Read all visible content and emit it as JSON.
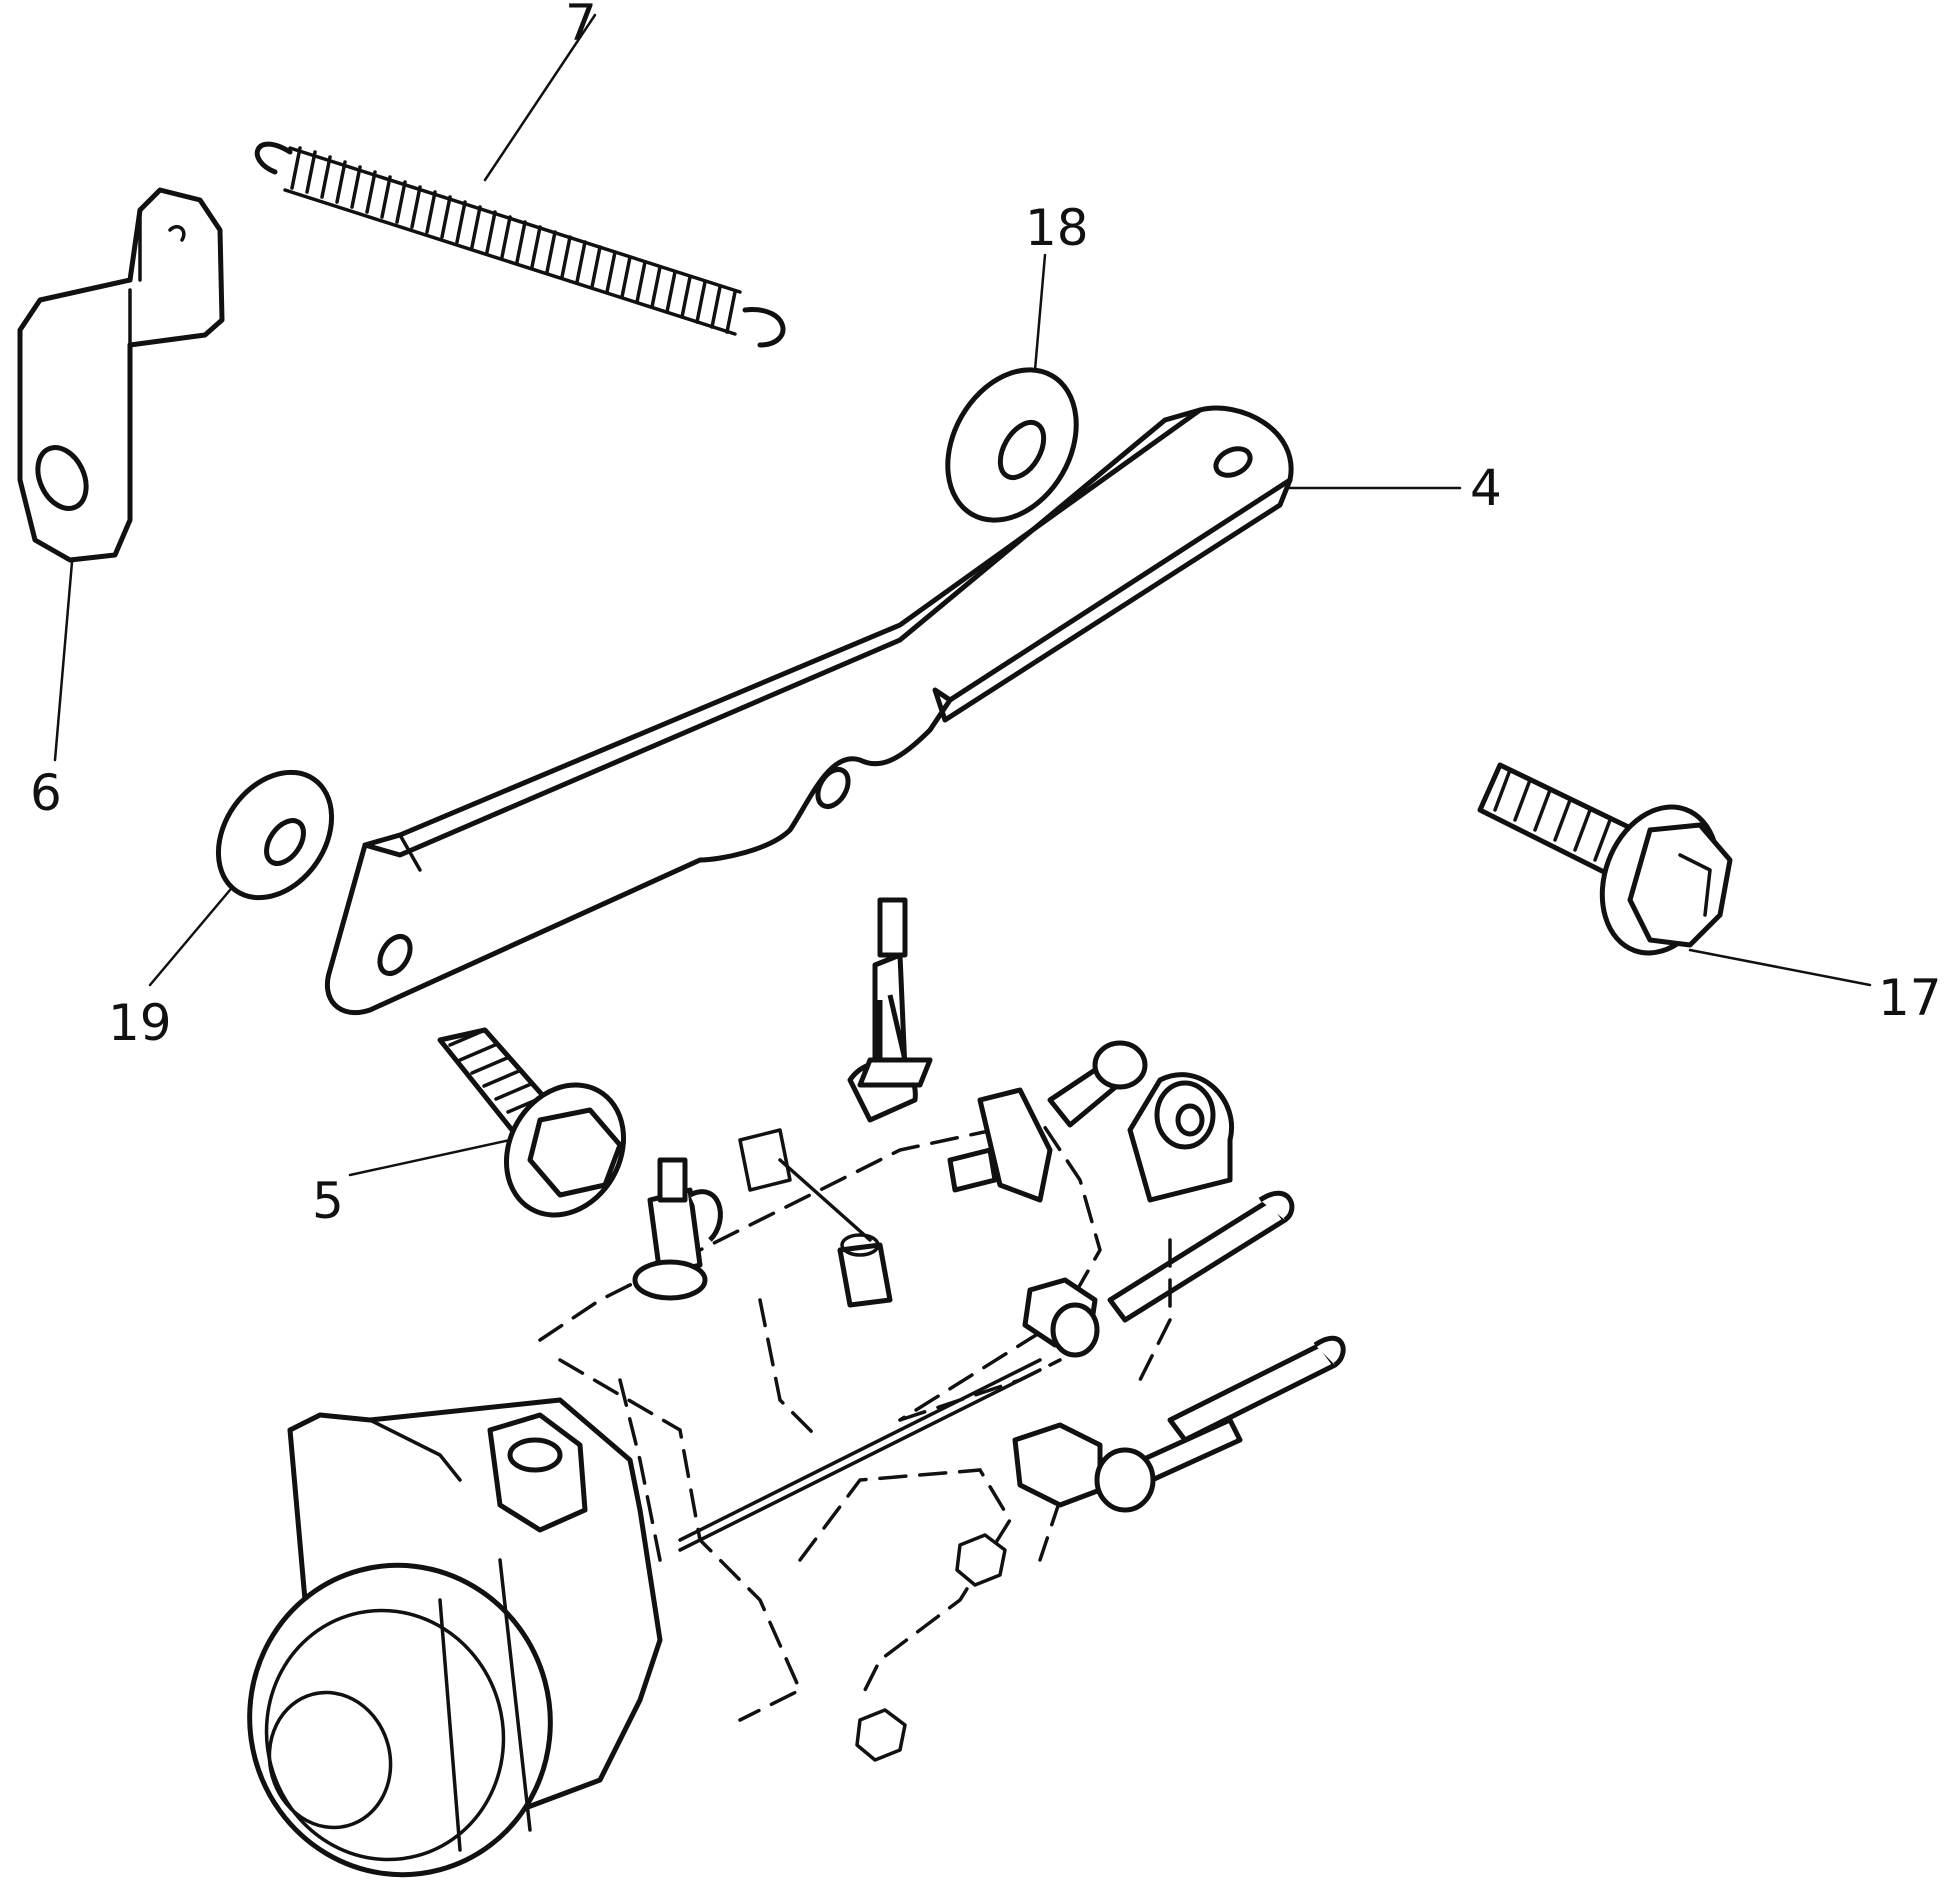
{
  "callouts": {
    "c4": "4",
    "c5": "5",
    "c6": "6",
    "c7": "7",
    "c17": "17",
    "c18": "18",
    "c19": "19"
  },
  "parts": {
    "p4": "throttle-lever-plate",
    "p5": "flange-bolt",
    "p6": "spring-bracket",
    "p7": "tension-spring",
    "p17": "flange-bolt",
    "p18": "washer",
    "p19": "washer",
    "assembly": "fuel-injection-pump"
  }
}
